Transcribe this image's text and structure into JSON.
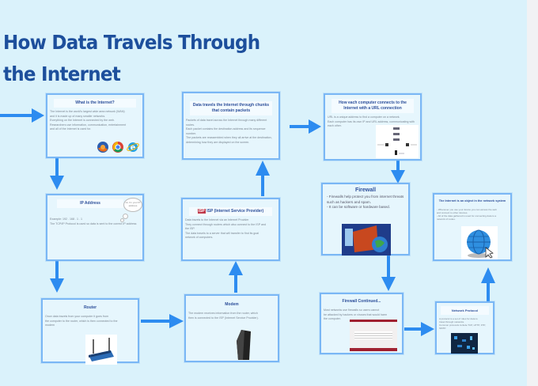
{
  "title": "How Data Travels Through the Internet",
  "colors": {
    "background": "#daf2fb",
    "title": "#1d4f9c",
    "arrow": "#2d8cf0",
    "card_border": "#7ab7f5",
    "side_strip": "#f1f2f4"
  },
  "cards": {
    "what_is_internet": {
      "heading": "What is the Internet?",
      "lines": [
        "The Internet is the world's largest wide area network (WAN)",
        "and it is made up of many smaller networks.",
        "Everything on the Internet is connected by the web.",
        "Researchers use information, communication, entertainment",
        "and all of the Internet is used for."
      ],
      "icons": [
        "firefox-icon",
        "chrome-icon",
        "internet-explorer-icon"
      ]
    },
    "ip_address": {
      "heading": "IP Address",
      "lines": [
        "Example: 192 . 168 . 1 . 1",
        "The TCP/IP Protocol is used so data is sent to the correct IP address"
      ],
      "thought_bubble": "Hi, I'm your IP address"
    },
    "router": {
      "heading": "Router",
      "lines": [
        "Once data travels from your computer it goes from",
        "the computer to the router, which is then connected to the",
        "modem"
      ]
    },
    "modem": {
      "heading": "Modem",
      "lines": [
        "The modem receives information from the router, which",
        "then is connected to the ISP (Internet Service Provider)."
      ]
    },
    "isp": {
      "heading": "ISP (Internet Service Provider)",
      "lines": [
        "Data travels to the Internet via an Internet Provider",
        "They connect through routers which also connect to the ISP and",
        "the ISP.",
        "The data travels to a server that will transfer to find its goal",
        "network of computers."
      ]
    },
    "packets": {
      "heading": "Data travels the Internet through chunks that contain packets",
      "lines": [
        "Packets of data travel across the Internet through many different routes.",
        "Each packet contains the destination address and its sequence number.",
        "The packets are reassembled when they all arrive at the destination,",
        "determining how they are displayed on the screen."
      ]
    },
    "each_computer": {
      "heading": "How each computer connects to the Internet with a URL connection",
      "lines": [
        "URL is a unique address to find a computer on a network.",
        "Each computer has its own IP and URL address, communicating with",
        "each other."
      ]
    },
    "firewall": {
      "heading": "Firewall",
      "lines": [
        "- Firewalls help protect you from internet threats such as hackers and spam.",
        "- It can be software or hardware based."
      ]
    },
    "firewall_continued": {
      "heading": "Firewall Continued...",
      "lines": [
        "Most networks use firewalls so users cannot",
        "be attacked by hackers or viruses that would harm",
        "the computer."
      ]
    },
    "network_protocol": {
      "heading": "Network Protocol",
      "lines": [
        "A protocol is a set of rules for data to",
        "travel through networks.",
        "Common protocols include TCP, HTTP, FTP, SMTP."
      ]
    },
    "internet_system": {
      "heading": "The Internet is an object in the network system",
      "lines": [
        "- Whenever you use your device you can access the web",
        "and connect to other devices.",
        "- All of the data gathered is used for connecting data to a",
        "network of nodes."
      ]
    }
  }
}
